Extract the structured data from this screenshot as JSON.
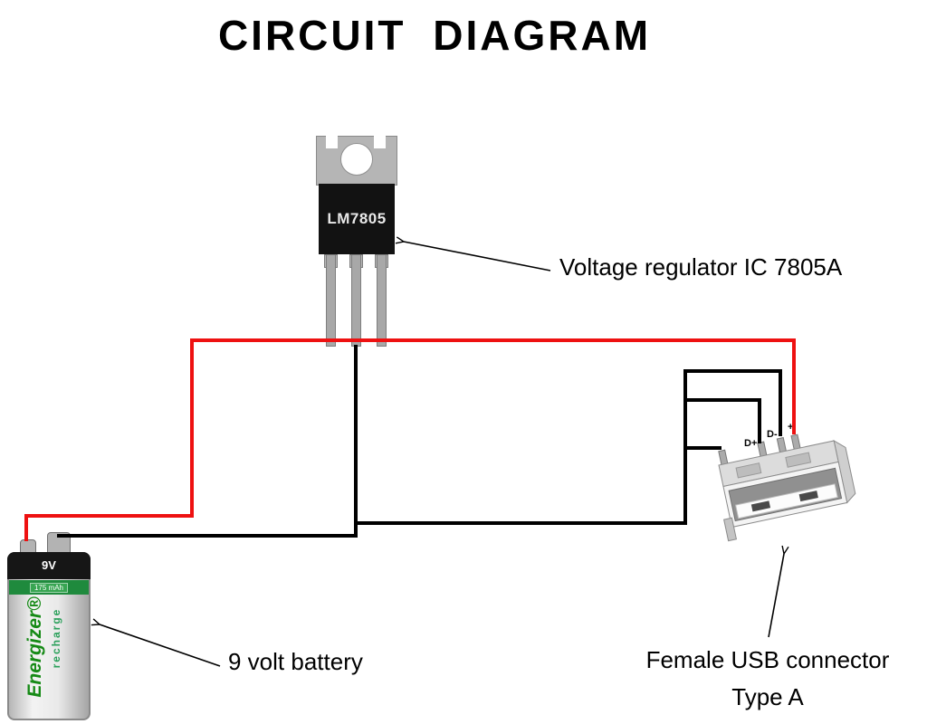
{
  "title": "CIRCUIT DIAGRAM",
  "colors": {
    "wire_red": "#ee1111",
    "wire_black": "#000000"
  },
  "regulator": {
    "chip_label": "LM7805",
    "annotation": "Voltage regulator IC 7805A"
  },
  "battery": {
    "annotation": "9 volt battery",
    "size_label": "9V",
    "capacity": "175 mAh",
    "brand": "Energizer®",
    "brand_line2": "recharge"
  },
  "usb": {
    "annotation_line1": "Female USB connector",
    "annotation_line2": "Type A",
    "pin_labels": {
      "dplus": "D+",
      "dminus": "D-",
      "plus": "+"
    }
  }
}
